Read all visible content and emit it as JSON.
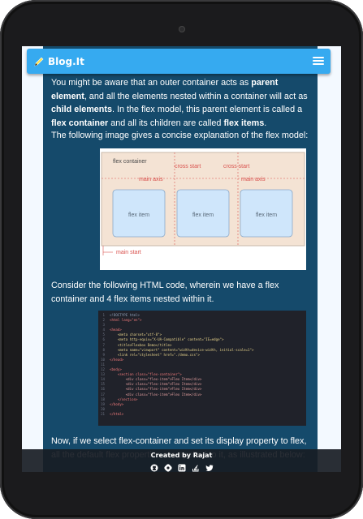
{
  "brand": {
    "name": "Blog.It"
  },
  "article": {
    "para1": {
      "a": "You might be aware that an outer container acts as ",
      "b": "parent element",
      "c": ", and all the elements nested within a container will act as ",
      "d": "child elements",
      "e": ". In the flex model, this parent element is called a ",
      "f": "flex container",
      "g": " and all its children are called ",
      "h": "flex items",
      "i": "."
    },
    "para2": "The following image gives a concise explanation of the flex model:",
    "para3": "Consider the following HTML code, wherein we have a flex container and 4 flex items nested within it.",
    "para4": "Now, if we select flex-container and set its display property to flex, all the default flex properties are applied to it, as illustrated below:"
  },
  "diagram": {
    "container_label": "flex container",
    "cross_start_1": "cross start",
    "cross_start_2": "cross start",
    "main_axis_1": "main axis",
    "main_axis_2": "main axis",
    "items": [
      "flex item",
      "flex item",
      "flex item"
    ],
    "main_start": "main start"
  },
  "code": {
    "lines": [
      "<!DOCTYPE html>",
      "<html lang=\"en\">",
      "",
      "<head>",
      "    <meta charset=\"utf-8\">",
      "    <meta http-equiv=\"X-UA-Compatible\" content=\"IE=edge\">",
      "    <title>Flexbox Demo</title>",
      "    <meta name=\"viewport\" content=\"width=device-width, initial-scale=1\">",
      "    <link rel=\"stylesheet\" href=\"./demo.css\">",
      "</head>",
      "",
      "<body>",
      "    <section class=\"flex-container\">",
      "        <div class=\"flex-item\">Flex Item</div>",
      "        <div class=\"flex-item\">Flex Item</div>",
      "        <div class=\"flex-item\">Flex Item</div>",
      "        <div class=\"flex-item\">Flex Item</div>",
      "    </section>",
      "</body>",
      "",
      "</html>"
    ]
  },
  "footer": {
    "credit": "Created by Rajat"
  },
  "social_icons": [
    "github-icon",
    "hashnode-icon",
    "linkedin-icon",
    "stackoverflow-icon",
    "twitter-icon"
  ],
  "colors": {
    "accent": "#36aaf0",
    "content_bg": "#154a6b",
    "flex_item_fill": "#cfe6fb",
    "diagram_accent": "#d9534f"
  }
}
